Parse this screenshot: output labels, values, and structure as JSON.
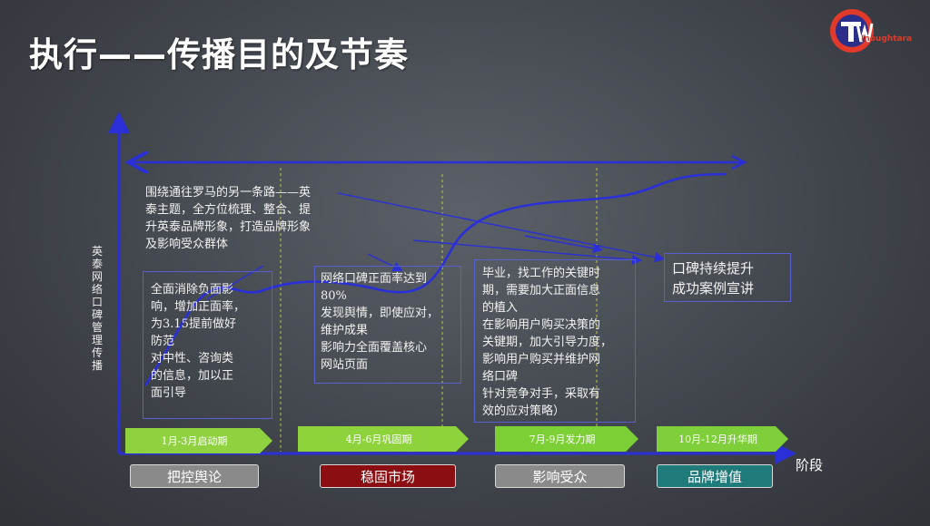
{
  "title": "执行——传播目的及节奏",
  "logo": {
    "text": "Inoughtara",
    "mark": "TW"
  },
  "y_axis_label": "英泰网络口碑管理传播",
  "x_axis_label": "阶段",
  "top_note": "围绕通往罗马的另一条路——英\n泰主题，全方位梳理、整合、提\n升英泰品牌形象，打造品牌形象\n及影响受众群体",
  "boxes": [
    {
      "text": "全面消除负面影\n响，增加正面率，\n为3.15提前做好\n防范\n对中性、咨询类\n的信息，加以正\n面引导"
    },
    {
      "text": "网络口碑正面率达到\n80%\n发现舆情，即使应对，\n维护成果\n影响力全面覆盖核心\n网站页面"
    },
    {
      "text": "毕业，找工作的关键时\n期，需要加大正面信息\n的植入\n在影响用户购买决策的\n关键期，加大引导力度，\n影响用户购买并维护网\n络口碑\n针对竞争对手，采取有\n效的应对策略）"
    },
    {
      "text": "口碑持续提升\n成功案例宣讲"
    }
  ],
  "phases": [
    {
      "label": "1月-3月启动期"
    },
    {
      "label": "4月-6月巩固期"
    },
    {
      "label": "7月-9月发力期"
    },
    {
      "label": "10月-12月升华期"
    }
  ],
  "strategies": [
    {
      "label": "把控舆论",
      "color": "#8a8a8a"
    },
    {
      "label": "稳固市场",
      "color": "#8b0f12"
    },
    {
      "label": "影响受众",
      "color": "#8a8a8a"
    },
    {
      "label": "品牌增值",
      "color": "#1f7a7a"
    }
  ],
  "colors": {
    "axis": "#2a2fd8",
    "curve": "#2a2fd8",
    "divider": "#b8c84a"
  }
}
